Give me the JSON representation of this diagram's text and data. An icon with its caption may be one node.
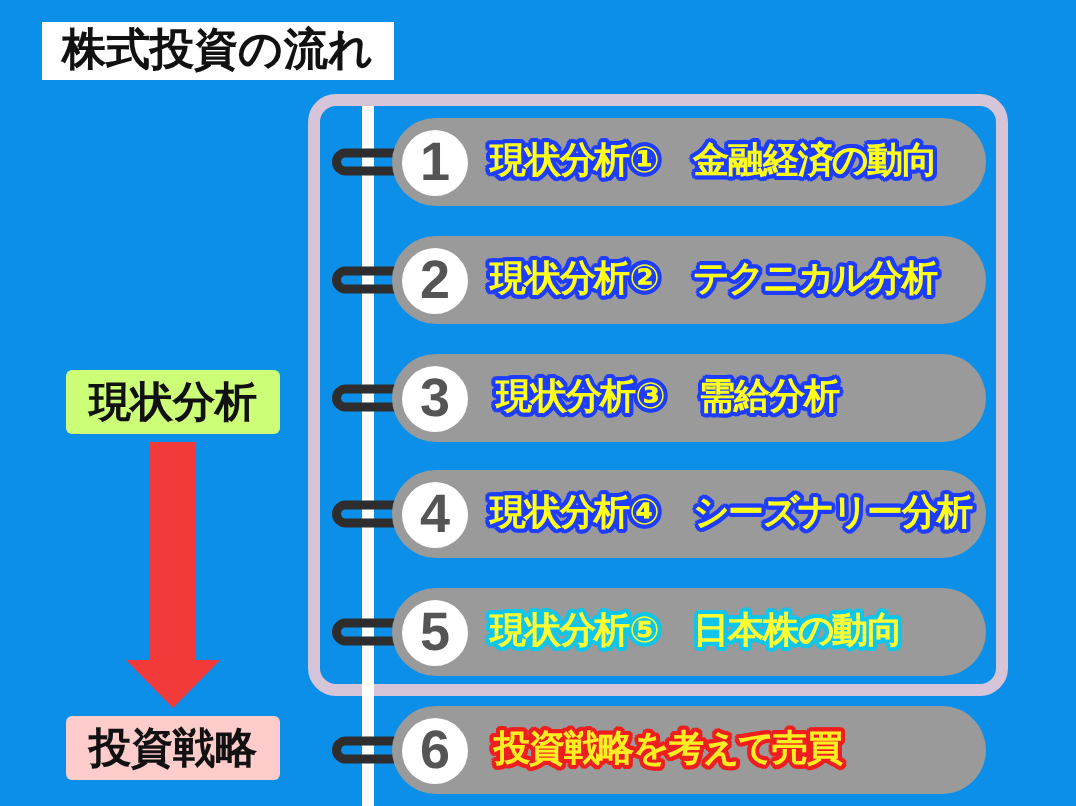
{
  "diagram": {
    "title": "株式投資の流れ",
    "nodes": [
      {
        "text": [],
        "shape": "box"
      },
      {
        "text": [
          "1",
          "現状分析①　金融経済の動向"
        ],
        "in": 0
      },
      {
        "text": [
          "2",
          "現状分析②　テクニカル分析"
        ],
        "in": 0
      },
      {
        "text": [
          "3",
          "現状分析③　需給分析"
        ],
        "in": 0
      },
      {
        "text": [
          "4",
          "現状分析④　シーズナリー分析"
        ],
        "in": 0
      },
      {
        "text": [
          "5",
          "現状分析⑤　日本株の動向"
        ],
        "in": 0
      },
      {
        "text": [
          "6",
          "投資戦略を考えて売買"
        ]
      },
      {
        "text": [
          "現状分析"
        ]
      },
      {
        "text": [
          "投資戦略"
        ]
      }
    ],
    "edges": [
      {
        "from": 7,
        "to": 8,
        "arrow": "to",
        "style": "thick",
        "color": "#f23a3a"
      }
    ]
  }
}
